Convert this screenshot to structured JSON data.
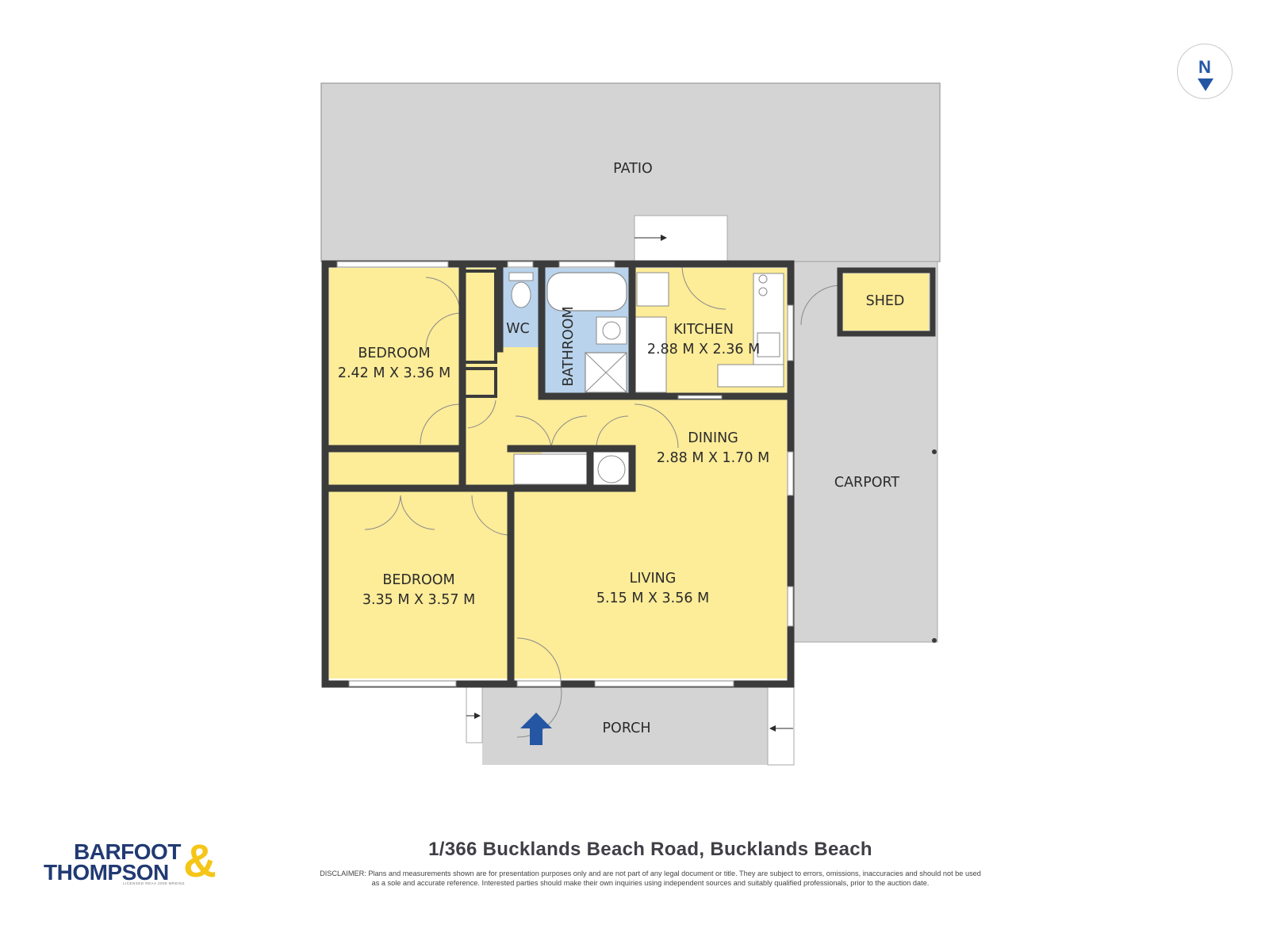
{
  "compass": {
    "letter": "N",
    "arrow_icon": "north-arrow-icon"
  },
  "rooms": {
    "patio": {
      "name": "PATIO"
    },
    "bedroom1": {
      "name": "BEDROOM",
      "size": "2.42 M X 3.36 M"
    },
    "wc": {
      "name": "WC"
    },
    "bathroom": {
      "name": "BATHROOM"
    },
    "kitchen": {
      "name": "KITCHEN",
      "size": "2.88 M X 2.36 M"
    },
    "shed": {
      "name": "SHED"
    },
    "dining": {
      "name": "DINING",
      "size": "2.88 M X 1.70 M"
    },
    "carport": {
      "name": "CARPORT"
    },
    "bedroom2": {
      "name": "BEDROOM",
      "size": "3.35 M X 3.57 M"
    },
    "living": {
      "name": "LIVING",
      "size": "5.15 M X 3.56 M"
    },
    "porch": {
      "name": "PORCH"
    }
  },
  "entry_icon": "entry-arrow-icon",
  "address": "1/366 Bucklands Beach Road, Bucklands Beach",
  "disclaimer": {
    "line1": "DISCLAIMER: Plans and measurements shown are for presentation purposes only and are not part of any legal document or title. They are subject to errors, omissions, inaccuracies and should not be used",
    "line2": "as a sole and accurate reference. Interested parties should make their own inquiries using independent sources and suitably qualified professionals, prior to the auction date."
  },
  "logo": {
    "line1": "BARFOOT",
    "line2": "THOMPSON",
    "ampersand": "&",
    "licence": "LICENSED REAA 2008 MREINZ"
  },
  "colors": {
    "room": "#fdec98",
    "wet_area": "#b9d3ec",
    "outdoor": "#d4d4d4",
    "wall": "#3b3b3b",
    "accent": "#2456a4",
    "brand_blue": "#213a73",
    "brand_yellow": "#f5c518"
  }
}
